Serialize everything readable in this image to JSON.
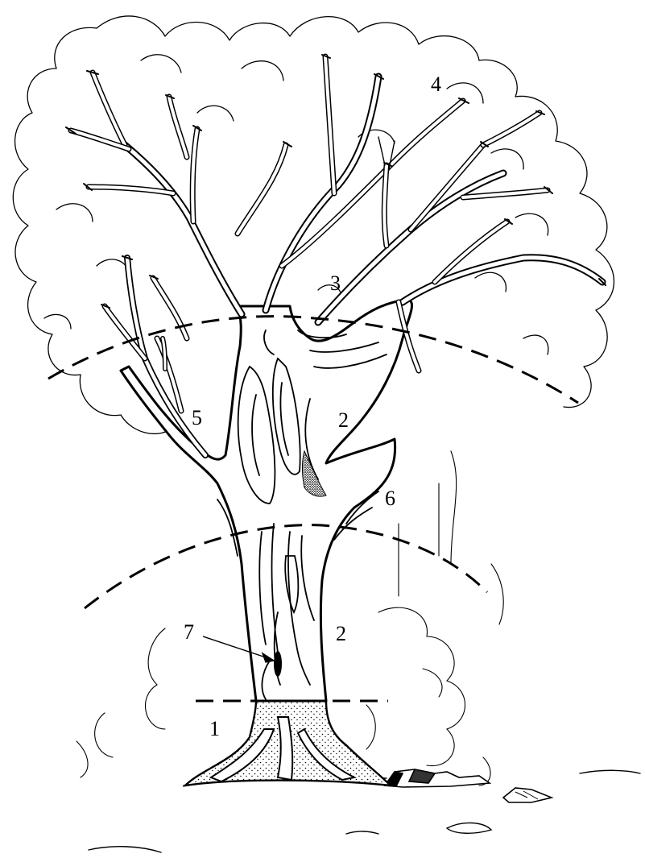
{
  "diagram": {
    "subject": "tree-zones",
    "labels": [
      "1",
      "2",
      "3",
      "4",
      "5",
      "6",
      "7"
    ],
    "label_marks": {
      "one": "1",
      "two_upper": "2",
      "two_lower": "2",
      "three": "3",
      "four": "4",
      "five": "5",
      "six": "6",
      "seven": "7"
    },
    "colors": {
      "ink": "#000000",
      "paper": "#ffffff"
    },
    "dividers": [
      "root-collar-line",
      "lower-crown-arc",
      "upper-crown-arc"
    ]
  }
}
